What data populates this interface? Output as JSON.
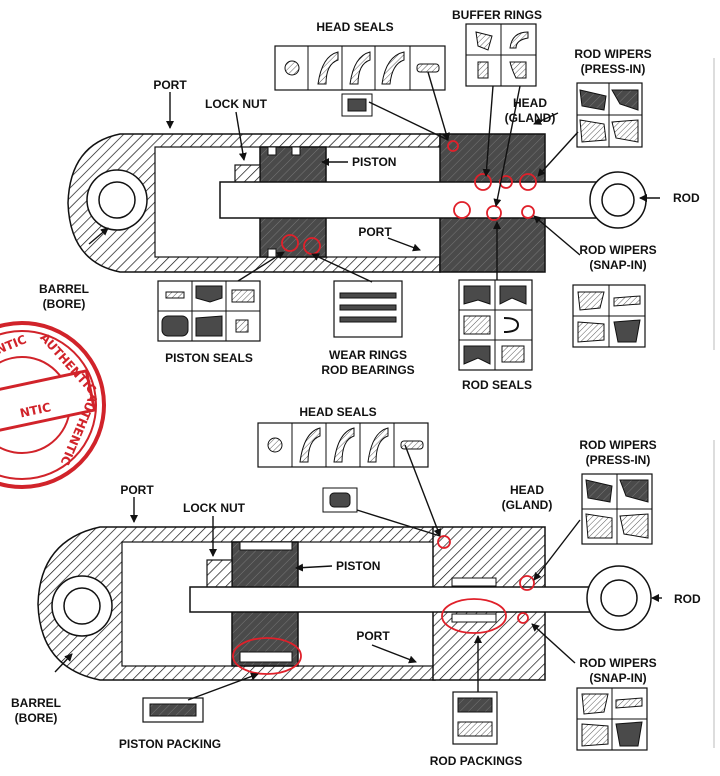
{
  "diagram_top": {
    "labels": {
      "head_seals": "HEAD SEALS",
      "buffer_rings": "BUFFER RINGS",
      "rod_wipers_press_1": "ROD WIPERS",
      "rod_wipers_press_2": "(PRESS-IN)",
      "port_top": "PORT",
      "lock_nut": "LOCK NUT",
      "head_1": "HEAD",
      "head_2": "(GLAND)",
      "piston": "PISTON",
      "rod": "ROD",
      "port_bottom": "PORT",
      "rod_wipers_snap_1": "ROD WIPERS",
      "rod_wipers_snap_2": "(SNAP-IN)",
      "barrel_1": "BARREL",
      "barrel_2": "(BORE)",
      "piston_seals": "PISTON SEALS",
      "wear_rings_1": "WEAR RINGS",
      "wear_rings_2": "ROD BEARINGS",
      "rod_seals": "ROD SEALS"
    }
  },
  "diagram_bottom": {
    "labels": {
      "head_seals": "HEAD SEALS",
      "rod_wipers_press_1": "ROD WIPERS",
      "rod_wipers_press_2": "(PRESS-IN)",
      "port_top": "PORT",
      "lock_nut": "LOCK NUT",
      "head_1": "HEAD",
      "head_2": "(GLAND)",
      "piston": "PISTON",
      "rod": "ROD",
      "port_bottom": "PORT",
      "rod_wipers_snap_1": "ROD WIPERS",
      "rod_wipers_snap_2": "(SNAP-IN)",
      "barrel_1": "BARREL",
      "barrel_2": "(BORE)",
      "piston_packing": "PISTON PACKING",
      "rod_packings": "ROD PACKINGS"
    }
  },
  "stamp": {
    "center_text": "NTIC",
    "ring_text": "AUTHENTIC",
    "color": "#d1232a"
  },
  "colors": {
    "highlight": "#e0202a",
    "ink": "#111111",
    "dark_fill": "#4a4a4a"
  }
}
